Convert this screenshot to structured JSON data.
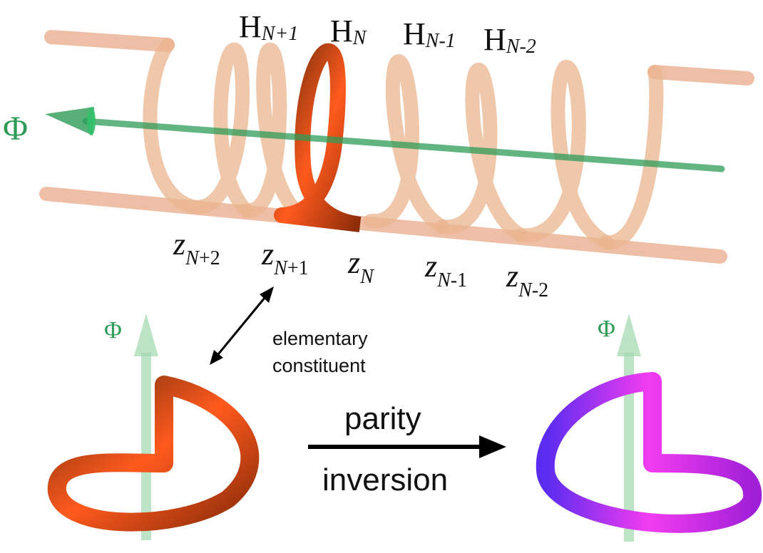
{
  "axis": {
    "phi_symbol": "Φ"
  },
  "helix_labels": [
    {
      "H": "H",
      "sub": "N+1"
    },
    {
      "H": "H",
      "sub": "N"
    },
    {
      "H": "H",
      "sub": "N-1"
    },
    {
      "H": "H",
      "sub": "N-2"
    }
  ],
  "z_labels": [
    {
      "z": "z",
      "n": "N",
      "rest": "+2"
    },
    {
      "z": "z",
      "n": "N",
      "rest": "+1"
    },
    {
      "z": "z",
      "n": "N",
      "rest": ""
    },
    {
      "z": "z",
      "n": "N",
      "rest": "-1"
    },
    {
      "z": "z",
      "n": "N",
      "rest": "-2"
    }
  ],
  "constituent_label": {
    "line1": "elementary",
    "line2": "constituent"
  },
  "parity": {
    "line1": "parity",
    "line2": "inversion"
  },
  "colors": {
    "helix": "#e8a07a",
    "highlight_loop": "#e8401a",
    "axis_green": "#2e9b57",
    "right_loop": "#c030e8"
  }
}
